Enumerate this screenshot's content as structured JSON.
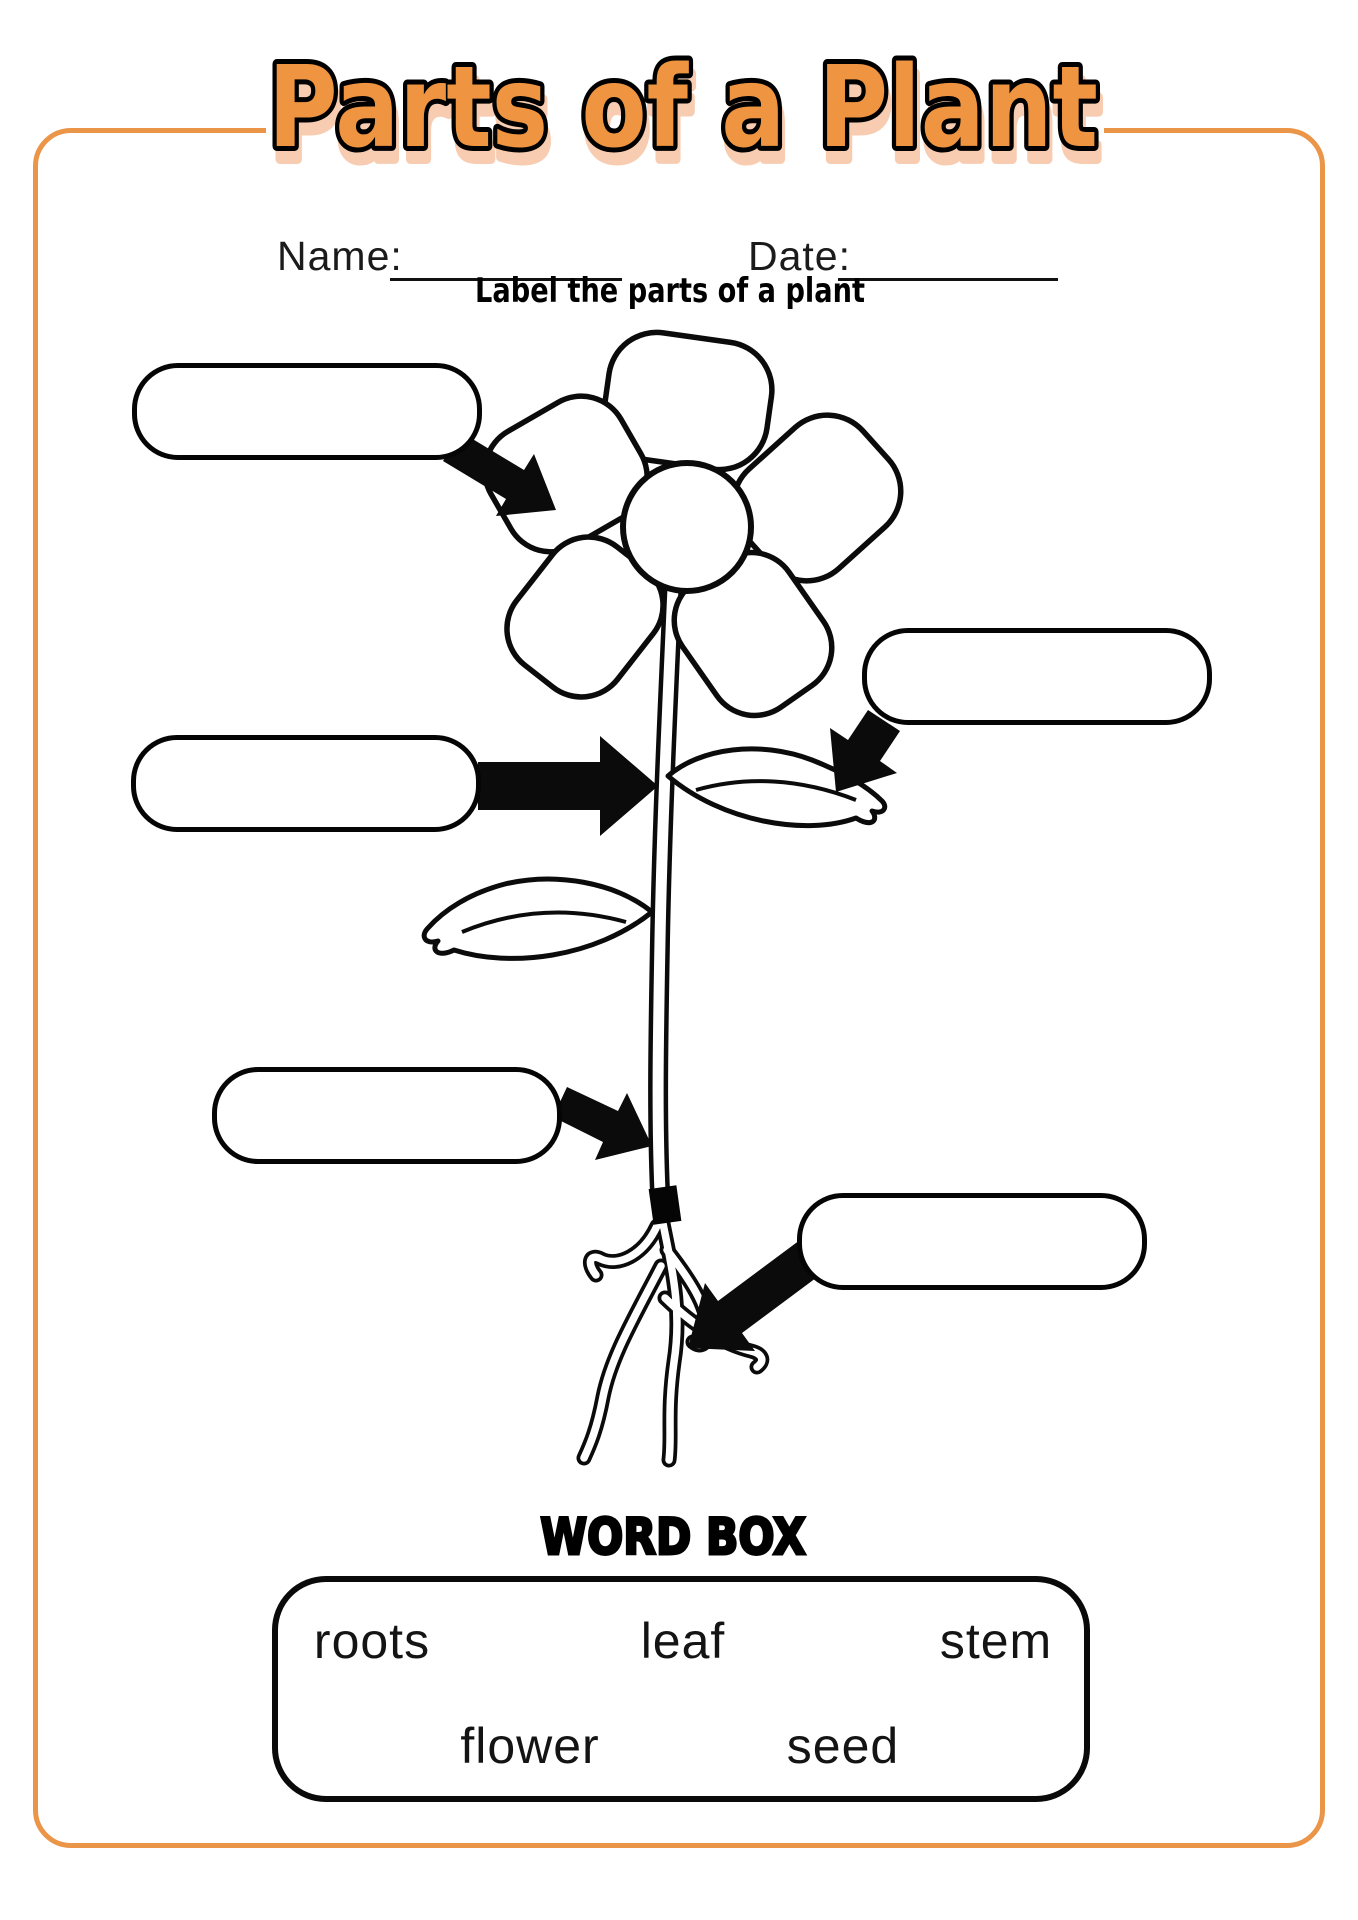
{
  "title": {
    "text": "Parts of a Plant"
  },
  "header": {
    "name_label": "Name:",
    "date_label": "Date:",
    "instruction": "Label the parts of a plant"
  },
  "word_box": {
    "heading": "WORD BOX",
    "words": [
      "roots",
      "leaf",
      "stem",
      "flower",
      "seed"
    ]
  },
  "colors": {
    "accent_orange": "#EF9440",
    "title_shadow_pink": "#F8CCB1",
    "frame_orange": "#EB9549",
    "ink": "#0B0B0B"
  }
}
